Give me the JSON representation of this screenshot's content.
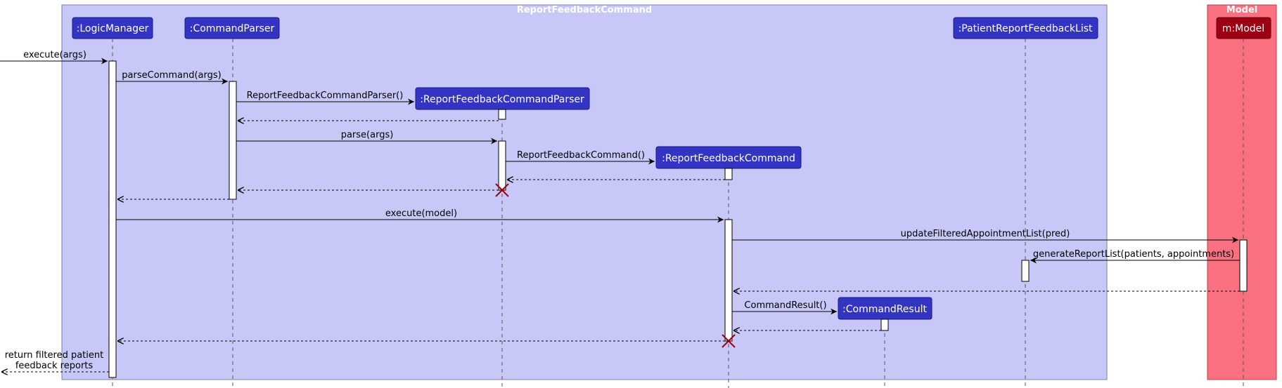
{
  "boxes": {
    "logic": {
      "title": "ReportFeedbackCommand",
      "color": "#C8C8F8",
      "border": "#8080b0"
    },
    "model": {
      "title": "Model",
      "color": "#F97181",
      "border": "#c04050"
    }
  },
  "participants": {
    "logic_manager": {
      "label": ":LogicManager"
    },
    "command_parser": {
      "label": ":CommandParser"
    },
    "rfc_parser": {
      "label": ":ReportFeedbackCommandParser"
    },
    "rfc": {
      "label": ":ReportFeedbackCommand"
    },
    "command_result": {
      "label": ":CommandResult"
    },
    "patient_report_list": {
      "label": ":PatientReportFeedbackList"
    },
    "model": {
      "label": "m:Model"
    }
  },
  "colors": {
    "logic_participant": "#3333C4",
    "model_participant": "#9D0012",
    "destroy": "#9D0012"
  },
  "messages": {
    "execute_args": "execute(args)",
    "parse_command": "parseCommand(args)",
    "create_parser": "ReportFeedbackCommandParser()",
    "parse": "parse(args)",
    "create_command": "ReportFeedbackCommand()",
    "execute_model": "execute(model)",
    "update_filtered": "updateFilteredAppointmentList(pred)",
    "generate_report": "generateReportList(patients, appointments)",
    "create_result": "CommandResult()",
    "return_line1": "return filtered patient",
    "return_line2": "feedback reports"
  }
}
